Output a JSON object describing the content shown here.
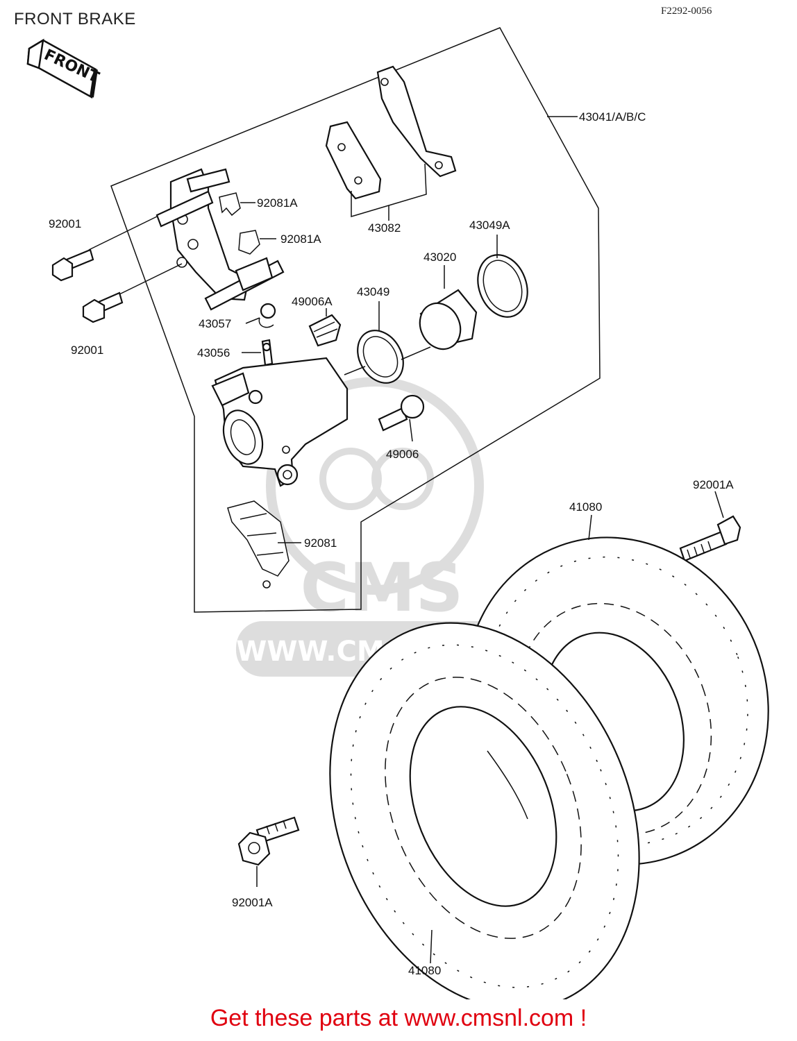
{
  "header": {
    "title": "FRONT BRAKE",
    "figure_code": "F2292-0056"
  },
  "direction_tag": "FRONT",
  "parts": {
    "p43041": "43041/A/B/C",
    "p92081A_upper": "92081A",
    "p92081A_lower": "92081A",
    "p92001_upper": "92001",
    "p92001_lower": "92001",
    "p43082": "43082",
    "p43049A": "43049A",
    "p43020": "43020",
    "p43049": "43049",
    "p49006A": "49006A",
    "p43057": "43057",
    "p43056": "43056",
    "p49006": "49006",
    "p92081": "92081",
    "p92001A_right": "92001A",
    "p41080_top": "41080",
    "p41080_bottom": "41080",
    "p92001A_left": "92001A"
  },
  "watermark": {
    "logo": "CMS",
    "url": "WWW.CMSNL.COM"
  },
  "footer": "Get these parts at www.cmsnl.com !",
  "colors": {
    "footer": "#e0000f",
    "ink": "#111111"
  }
}
